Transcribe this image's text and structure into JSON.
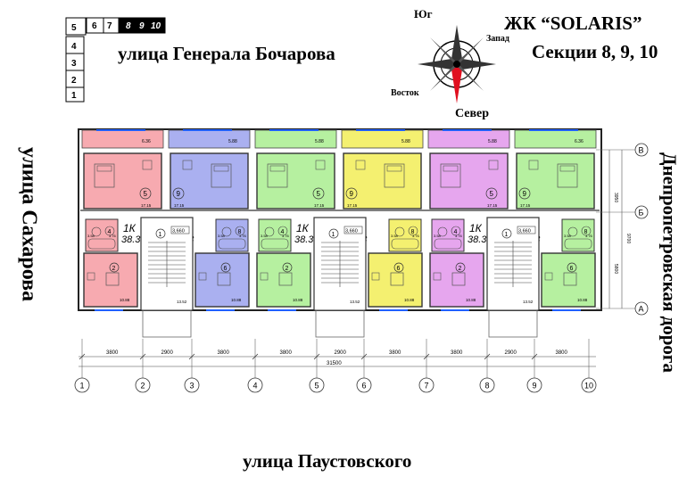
{
  "project": {
    "name": "ЖК “SOLARIS”",
    "sections": "Секции 8, 9, 10"
  },
  "streets": {
    "top": "улица Генерала Бочарова",
    "bottom": "улица Паустовского",
    "left": "улица Сахарова",
    "right": "Днепропетровская дорога"
  },
  "compass": {
    "north": "Север",
    "south": "Юг",
    "west": "Запад",
    "east": "Восток"
  },
  "floor_legend": {
    "floors": [
      "1",
      "2",
      "3",
      "4",
      "5"
    ],
    "sections": [
      "6",
      "7",
      "8",
      "9",
      "10"
    ],
    "highlighted": [
      "8",
      "9",
      "10"
    ]
  },
  "apartments": [
    {
      "id": "apt-1",
      "color": "#f7aab0",
      "type": "1К",
      "area": "38.3",
      "rooms": {
        "balcony": "6.36",
        "living": "17.15",
        "kitchen": "10.88",
        "bath": "3.76",
        "wc": "3.58"
      }
    },
    {
      "id": "apt-2",
      "color": "#aab0f0",
      "type": "1К",
      "area": "38.3",
      "rooms": {
        "balcony": "5.88",
        "living": "17.15",
        "kitchen": "10.88",
        "bath": "3.76",
        "wc": "3.58"
      }
    },
    {
      "id": "apt-3",
      "color": "#b6f0a0",
      "type": "1К",
      "area": "38.3",
      "rooms": {
        "balcony": "5.88",
        "living": "17.15",
        "kitchen": "10.88",
        "bath": "3.76",
        "wc": "3.58"
      }
    },
    {
      "id": "apt-4",
      "color": "#f4f070",
      "type": "1К",
      "area": "38.3",
      "rooms": {
        "balcony": "5.88",
        "living": "17.15",
        "kitchen": "10.88",
        "bath": "3.76",
        "wc": "3.58"
      }
    },
    {
      "id": "apt-5",
      "color": "#e6a6ee",
      "type": "1К",
      "area": "38.3",
      "rooms": {
        "balcony": "5.88",
        "living": "17.15",
        "kitchen": "10.88",
        "bath": "3.76",
        "wc": "3.58"
      }
    },
    {
      "id": "apt-6",
      "color": "#b6f0a0",
      "type": "1К",
      "area": "38.3",
      "rooms": {
        "balcony": "6.36",
        "living": "17.15",
        "kitchen": "10.88",
        "bath": "3.76",
        "wc": "3.58"
      }
    }
  ],
  "stairs": [
    {
      "label": "1",
      "landing": "3,660",
      "hall": "13.52"
    },
    {
      "label": "1",
      "landing": "3,660",
      "hall": "13.52"
    },
    {
      "label": "1",
      "landing": "3,660",
      "hall": "13.52"
    }
  ],
  "room_numbers": {
    "living": [
      "5",
      "9",
      "5",
      "9",
      "5",
      "9"
    ],
    "kitchen": [
      "2",
      "6",
      "2",
      "6",
      "2",
      "6"
    ],
    "bath": [
      "4",
      "8",
      "4",
      "8",
      "4",
      "8"
    ]
  },
  "dimensions": {
    "segments": [
      "3800",
      "2900",
      "3800",
      "3800",
      "2900",
      "3800",
      "3800",
      "2900",
      "3800"
    ],
    "total": "31500",
    "vertical": [
      "3950",
      "5800"
    ],
    "vertical_total": "9700"
  },
  "axes": {
    "columns": [
      "1",
      "2",
      "3",
      "4",
      "5",
      "6",
      "7",
      "8",
      "9",
      "10"
    ],
    "rows": [
      "В",
      "Б",
      "А"
    ]
  }
}
